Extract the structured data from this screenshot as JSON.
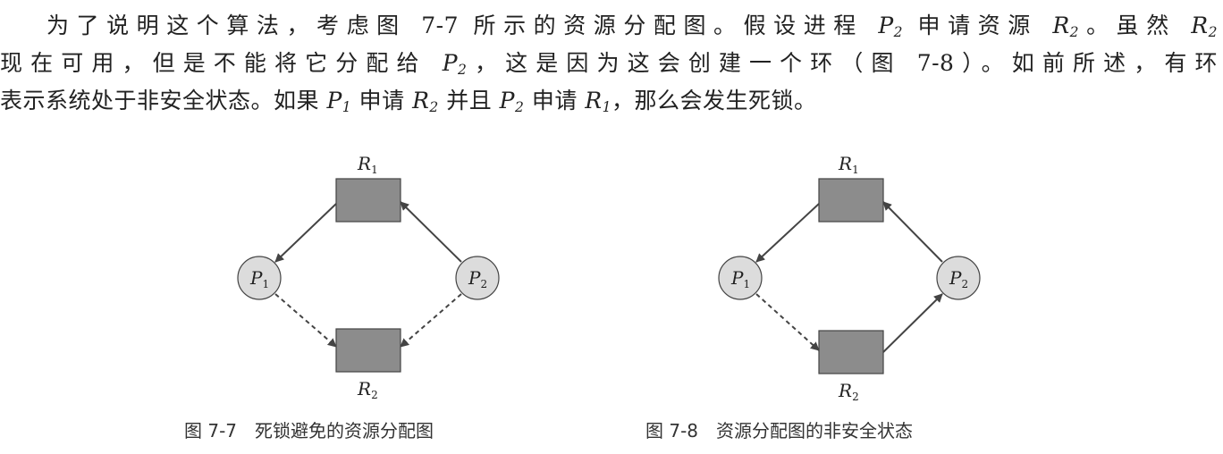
{
  "paragraph": {
    "line1": {
      "a": "为了说明这个算法，考虑图 7-7 所示的资源分配图。假设进程 ",
      "p2_var": "P",
      "p2_sub": "2",
      "b": " 申请资源 ",
      "r2_var": "R",
      "r2_sub": "2",
      "c": "。虽然 ",
      "r2b_var": "R",
      "r2b_sub": "2"
    },
    "line2": {
      "a": "现在可用，但是不能将它分配给 ",
      "p2_var": "P",
      "p2_sub": "2",
      "b": "，这是因为这会创建一个环（图 7-8）。如前所述，有环"
    },
    "line3": {
      "a": "表示系统处于非安全状态。如果 ",
      "p1_var": "P",
      "p1_sub": "1",
      "b": " 申请 ",
      "r2_var": "R",
      "r2_sub": "2",
      "c": " 并且 ",
      "p2_var": "P",
      "p2_sub": "2",
      "d": " 申请 ",
      "r1_var": "R",
      "r1_sub": "1",
      "e": "，那么会发生死锁。"
    }
  },
  "figures": [
    {
      "nodes": {
        "r1": {
          "var": "R",
          "sub": "1"
        },
        "r2": {
          "var": "R",
          "sub": "2"
        },
        "p1": {
          "var": "P",
          "sub": "1"
        },
        "p2": {
          "var": "P",
          "sub": "2"
        }
      },
      "caption": {
        "number": "图 7-7",
        "title": "死锁避免的资源分配图"
      }
    },
    {
      "nodes": {
        "r1": {
          "var": "R",
          "sub": "1"
        },
        "r2": {
          "var": "R",
          "sub": "2"
        },
        "p1": {
          "var": "P",
          "sub": "1"
        },
        "p2": {
          "var": "P",
          "sub": "2"
        }
      },
      "caption": {
        "number": "图 7-8",
        "title": "资源分配图的非安全状态"
      }
    }
  ],
  "colors": {
    "resource_fill": "#8c8c8c",
    "process_fill": "#dcdcdc",
    "stroke": "#444444"
  }
}
